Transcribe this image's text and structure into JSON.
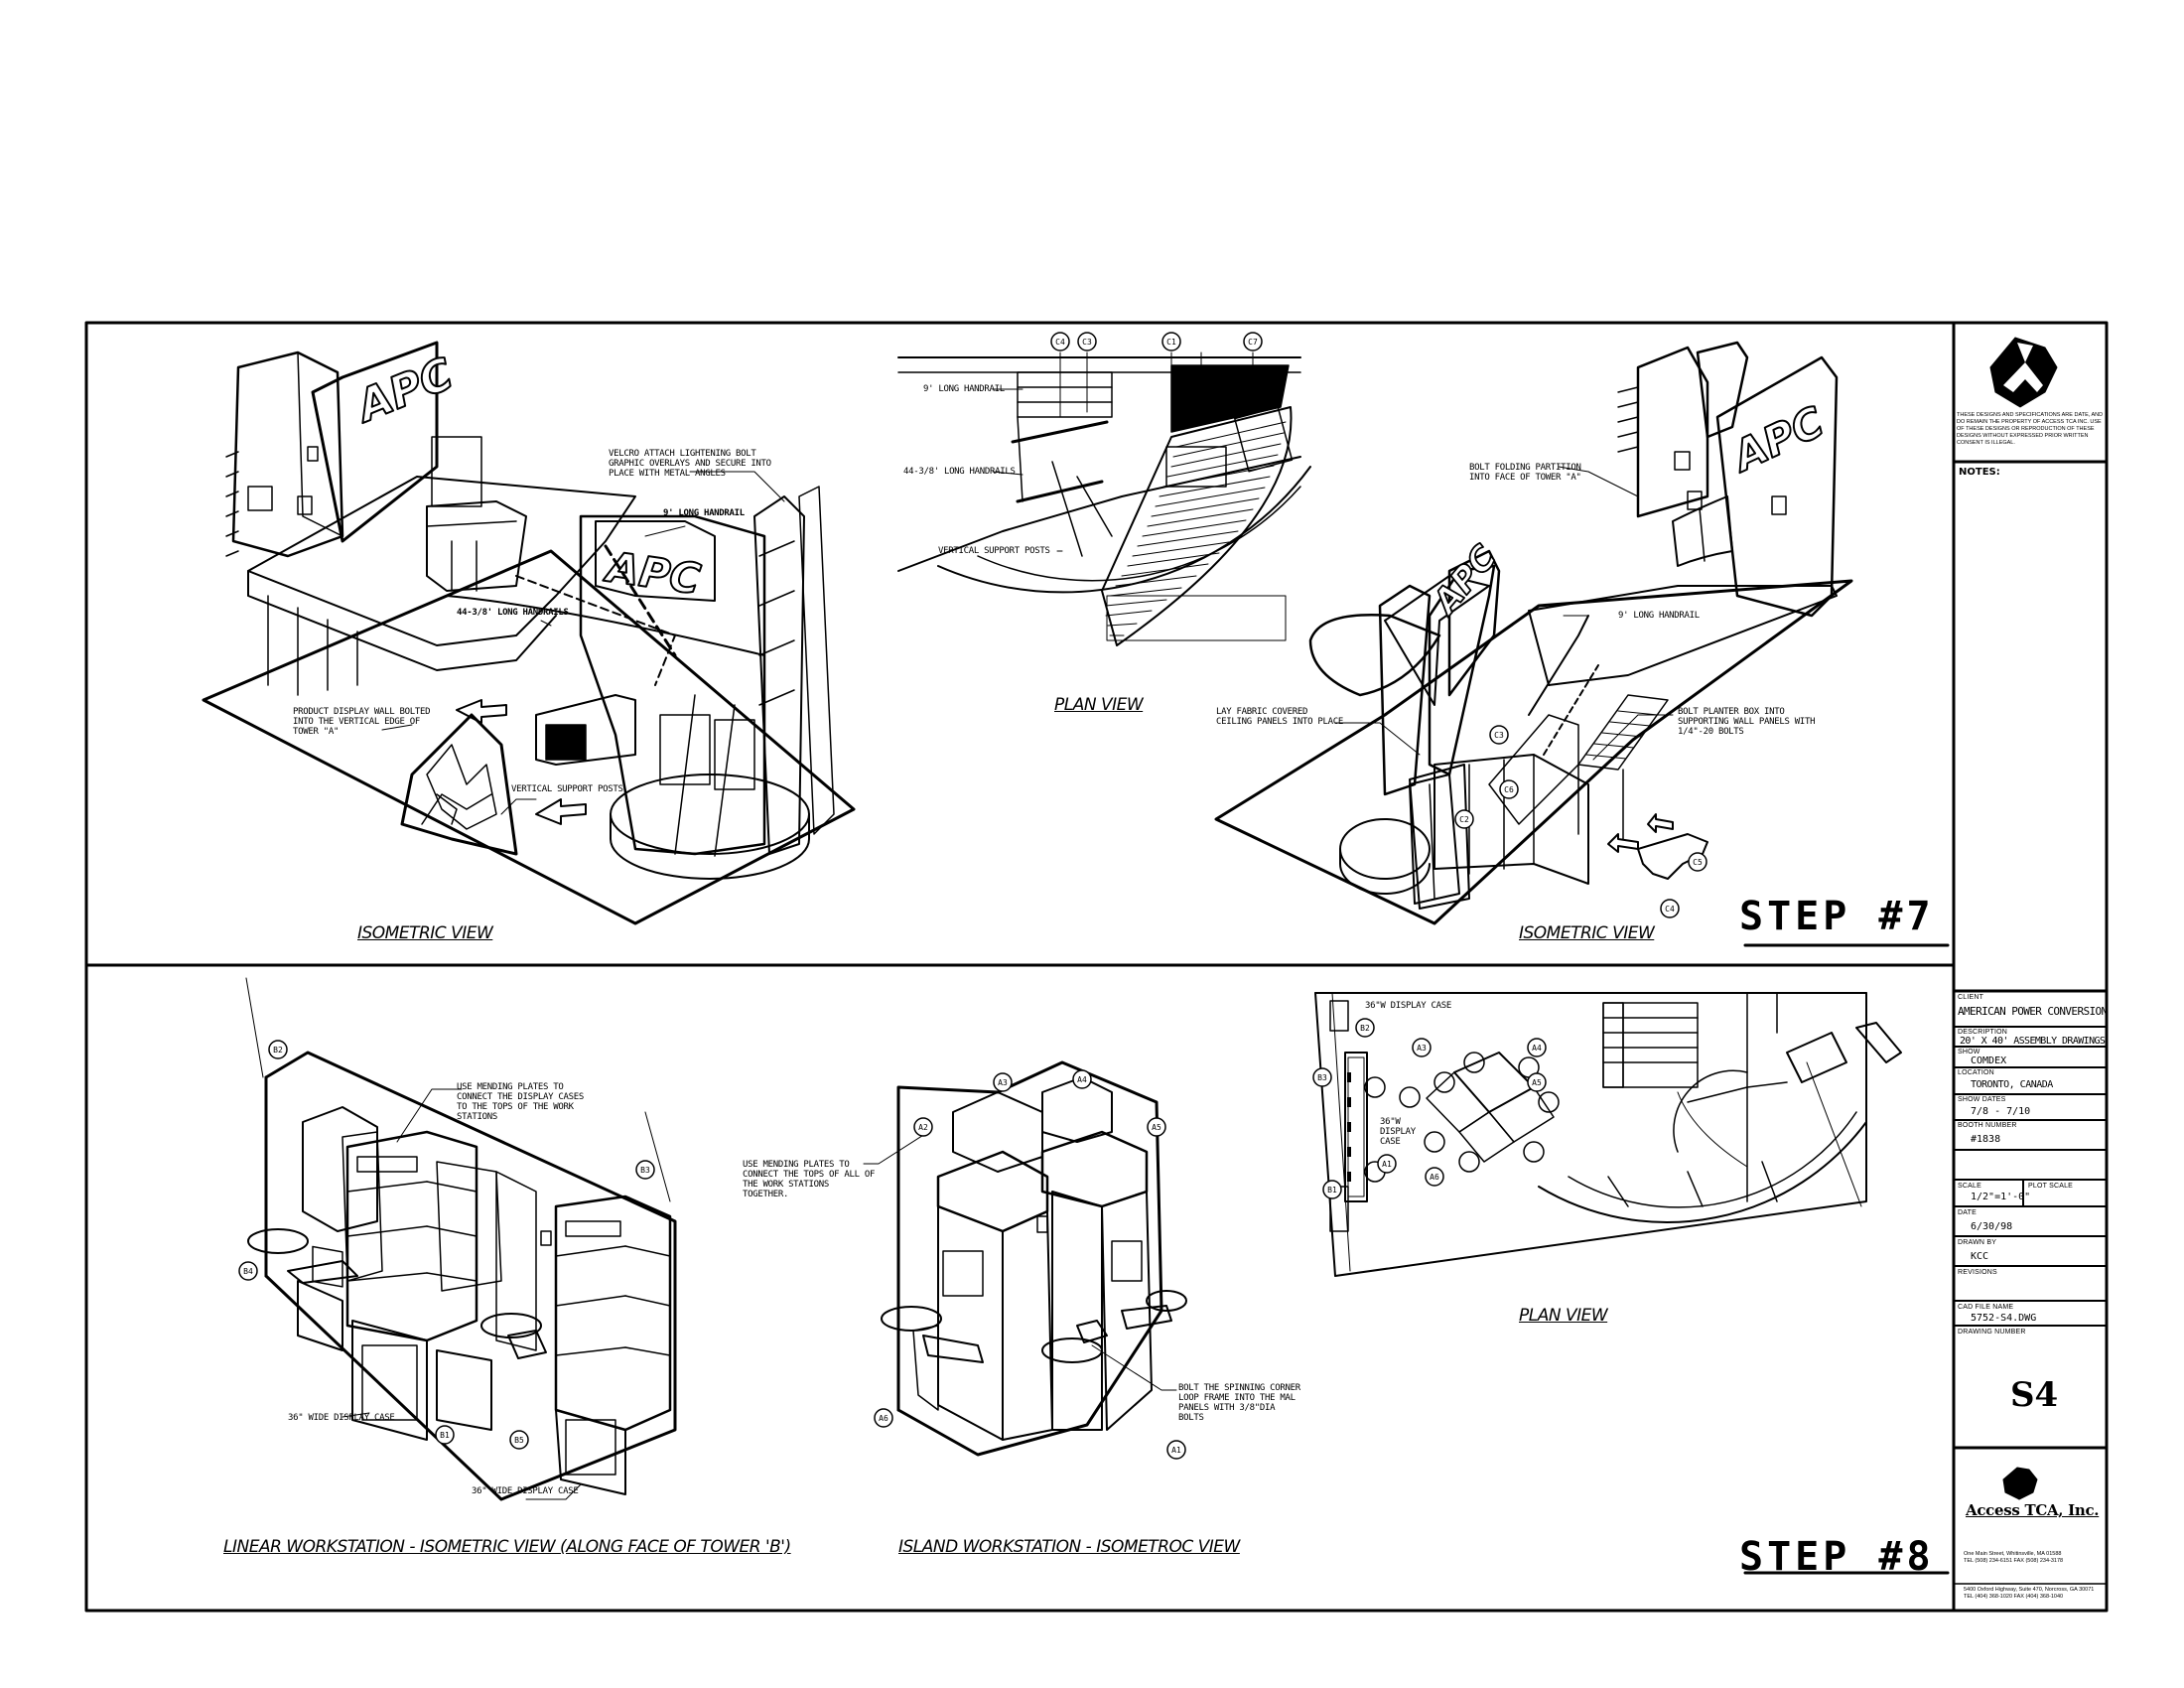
{
  "panels": {
    "step7": {
      "step_label": "STEP #7",
      "views": [
        {
          "title": "ISOMETRIC VIEW"
        },
        {
          "title": "PLAN VIEW"
        },
        {
          "title": "ISOMETRIC VIEW"
        }
      ],
      "callouts": {
        "velcro": "VELCRO ATTACH LIGHTENING BOLT GRAPHIC OVERLAYS AND SECURE INTO PLACE WITH METAL ANGLES",
        "handrail_left": "9' LONG HANDRAIL",
        "handrails_left": "44-3/8' LONG HANDRAILS",
        "product_wall": "PRODUCT DISPLAY WALL BOLTED INTO THE VERTICAL EDGE OF TOWER \"A\"",
        "vertical_posts": "VERTICAL SUPPORT POSTS",
        "plan_handrail": "9' LONG HANDRAIL",
        "plan_handrails": "44-3/8' LONG HANDRAILS",
        "plan_posts": "VERTICAL SUPPORT POSTS",
        "folding_partition": "BOLT FOLDING PARTITION INTO FACE OF TOWER \"A\"",
        "handrail_right": "9' LONG HANDRAIL",
        "fabric_ceiling": "LAY FABRIC COVERED CEILING PANELS INTO PLACE",
        "planter_box": "BOLT PLANTER BOX INTO SUPPORTING WALL PANELS WITH 1/4\"-20 BOLTS"
      },
      "logo_text": "APC"
    },
    "step8": {
      "step_label": "STEP #8",
      "views": [
        {
          "title": "LINEAR WORKSTATION - ISOMETRIC VIEW (ALONG FACE OF TOWER 'B')"
        },
        {
          "title": "ISLAND WORKSTATION - ISOMETROC VIEW"
        },
        {
          "title": "PLAN VIEW"
        }
      ],
      "callouts": {
        "mending_linear": "USE MENDING PLATES TO CONNECT THE DISPLAY CASES TO THE TOPS OF THE WORK STATIONS",
        "case_36_a": "36\" WIDE DISPLAY CASE",
        "case_36_b": "36\" WIDE DISPLAY CASE",
        "mending_island": "USE MENDING PLATES TO CONNECT THE TOPS OF ALL OF THE WORK STATIONS TOGETHER.",
        "spinning_corner": "BOLT THE SPINNING CORNER LOOP FRAME INTO THE MAL PANELS WITH 3/8\"DIA BOLTS",
        "plan_case_top": "36\"W DISPLAY CASE",
        "plan_case_mid": "36\"W DISPLAY CASE"
      }
    }
  },
  "title_block": {
    "disclaimer": "THESE DESIGNS AND SPECIFICATIONS ARE DATE, AND DO REMAIN THE PROPERTY OF ACCESS TCA INC. USE OF THESE DESIGNS OR REPRODUCTION OF THESE DESIGNS WITHOUT EXPRESSED PRIOR WRITTEN CONSENT IS ILLEGAL.",
    "notes_label": "NOTES:",
    "client_label": "CLIENT",
    "client": "AMERICAN POWER CONVERSION",
    "description_label": "DESCRIPTION",
    "description": "20' X 40' ASSEMBLY DRAWINGS",
    "show_label": "SHOW",
    "show": "COMDEX",
    "location_label": "LOCATION",
    "location": "TORONTO, CANADA",
    "show_dates_label": "SHOW DATES",
    "show_dates": "7/8 - 7/10",
    "booth_label": "BOOTH NUMBER",
    "booth": "#1838",
    "scale_label": "SCALE",
    "scale": "1/2\"=1'-0\"",
    "plot_scale_label": "PLOT SCALE",
    "date_label": "DATE",
    "date": "6/30/98",
    "drawn_label": "DRAWN BY",
    "drawn": "KCC",
    "revisions_label": "REVISIONS",
    "cad_label": "CAD FILE NAME",
    "cad": "5752-S4.DWG",
    "drawing_number_label": "DRAWING NUMBER",
    "drawing_number": "S4",
    "company": "Access TCA, Inc.",
    "address1": "One Main Street, Whitinsville, MA 01588\nTEL (508) 234-6151 FAX (508) 234-3178",
    "address2": "5400 Oxford Highway, Suite 470, Norcross, GA 30071\nTEL (404) 368-1020   FAX (404) 368-1040"
  },
  "bubbles": {
    "step7_plan": [
      "C4",
      "C3",
      "C1",
      "C7"
    ],
    "step7_right": [
      "C3",
      "C2",
      "C6",
      "C5",
      "C4"
    ],
    "step8_linear": [
      "B2",
      "B3",
      "B4",
      "B1",
      "B5"
    ],
    "step8_island": [
      "A3",
      "A4",
      "A2",
      "A5",
      "A6",
      "A1"
    ],
    "step8_plan": [
      "B2",
      "A3",
      "A4",
      "A5",
      "A6",
      "A1",
      "B1",
      "B3"
    ]
  }
}
